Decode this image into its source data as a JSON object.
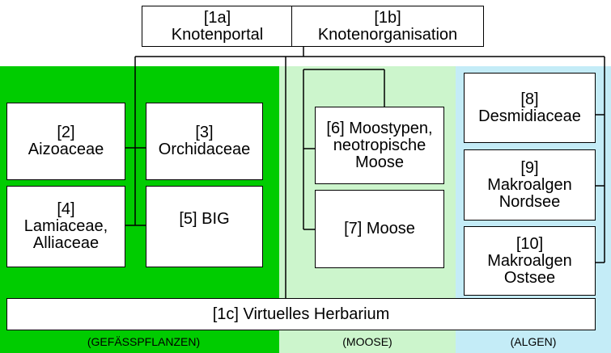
{
  "top": {
    "portal": {
      "line1": "[1a]",
      "line2": "Knotenportal"
    },
    "organisation": {
      "line1": "[1b]",
      "line2": "Knotenorganisation"
    }
  },
  "sections": {
    "gefaesspflanzen": {
      "color": "#00cc00",
      "caption": "(GEFÄSSPFLANZEN)",
      "nodes": {
        "n2": {
          "line1": "[2]",
          "line2": "Aizoaceae"
        },
        "n3": {
          "line1": "[3]",
          "line2": "Orchidaceae"
        },
        "n4": {
          "line1": "[4]",
          "line2": "Lamiaceae,",
          "line3": "Alliaceae"
        },
        "n5": {
          "line1": "[5] BIG"
        }
      }
    },
    "moose": {
      "color": "#ccf5cc",
      "caption": "(MOOSE)",
      "nodes": {
        "n6": {
          "line1": "[6] Moostypen,",
          "line2": "neotropische",
          "line3": "Moose"
        },
        "n7": {
          "line1": "[7] Moose"
        }
      }
    },
    "algen": {
      "color": "#c4ecf7",
      "caption": "(ALGEN)",
      "nodes": {
        "n8": {
          "line1": "[8]",
          "line2": "Desmidiaceae"
        },
        "n9": {
          "line1": "[9]",
          "line2": "Makroalgen",
          "line3": "Nordsee"
        },
        "n10": {
          "line1": "[10]",
          "line2": "Makroalgen",
          "line3": "Ostsee"
        }
      }
    }
  },
  "bottom": {
    "label": "[1c] Virtuelles Herbarium"
  }
}
